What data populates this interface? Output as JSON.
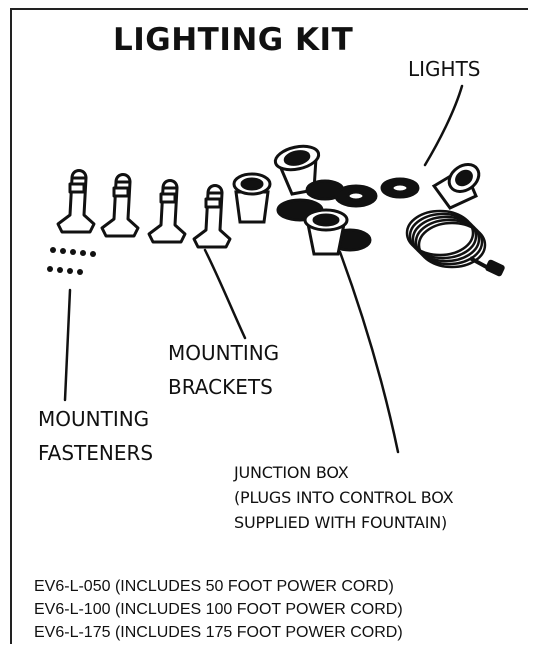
{
  "title": "LIGHTING KIT",
  "labels": {
    "lights": "LIGHTS",
    "mounting_brackets": [
      "MOUNTING",
      "BRACKETS"
    ],
    "mounting_fasteners": [
      "MOUNTING",
      "FASTENERS"
    ],
    "junction_box": [
      "JUNCTION BOX",
      "(PLUGS INTO CONTROL BOX",
      "SUPPLIED WITH FOUNTAIN)"
    ]
  },
  "models": [
    "EV6-L-050 (INCLUDES 50 FOOT POWER CORD)",
    "EV6-L-100 (INCLUDES 100 FOOT POWER CORD)",
    "EV6-L-175 (INCLUDES 175 FOOT POWER CORD)"
  ]
}
